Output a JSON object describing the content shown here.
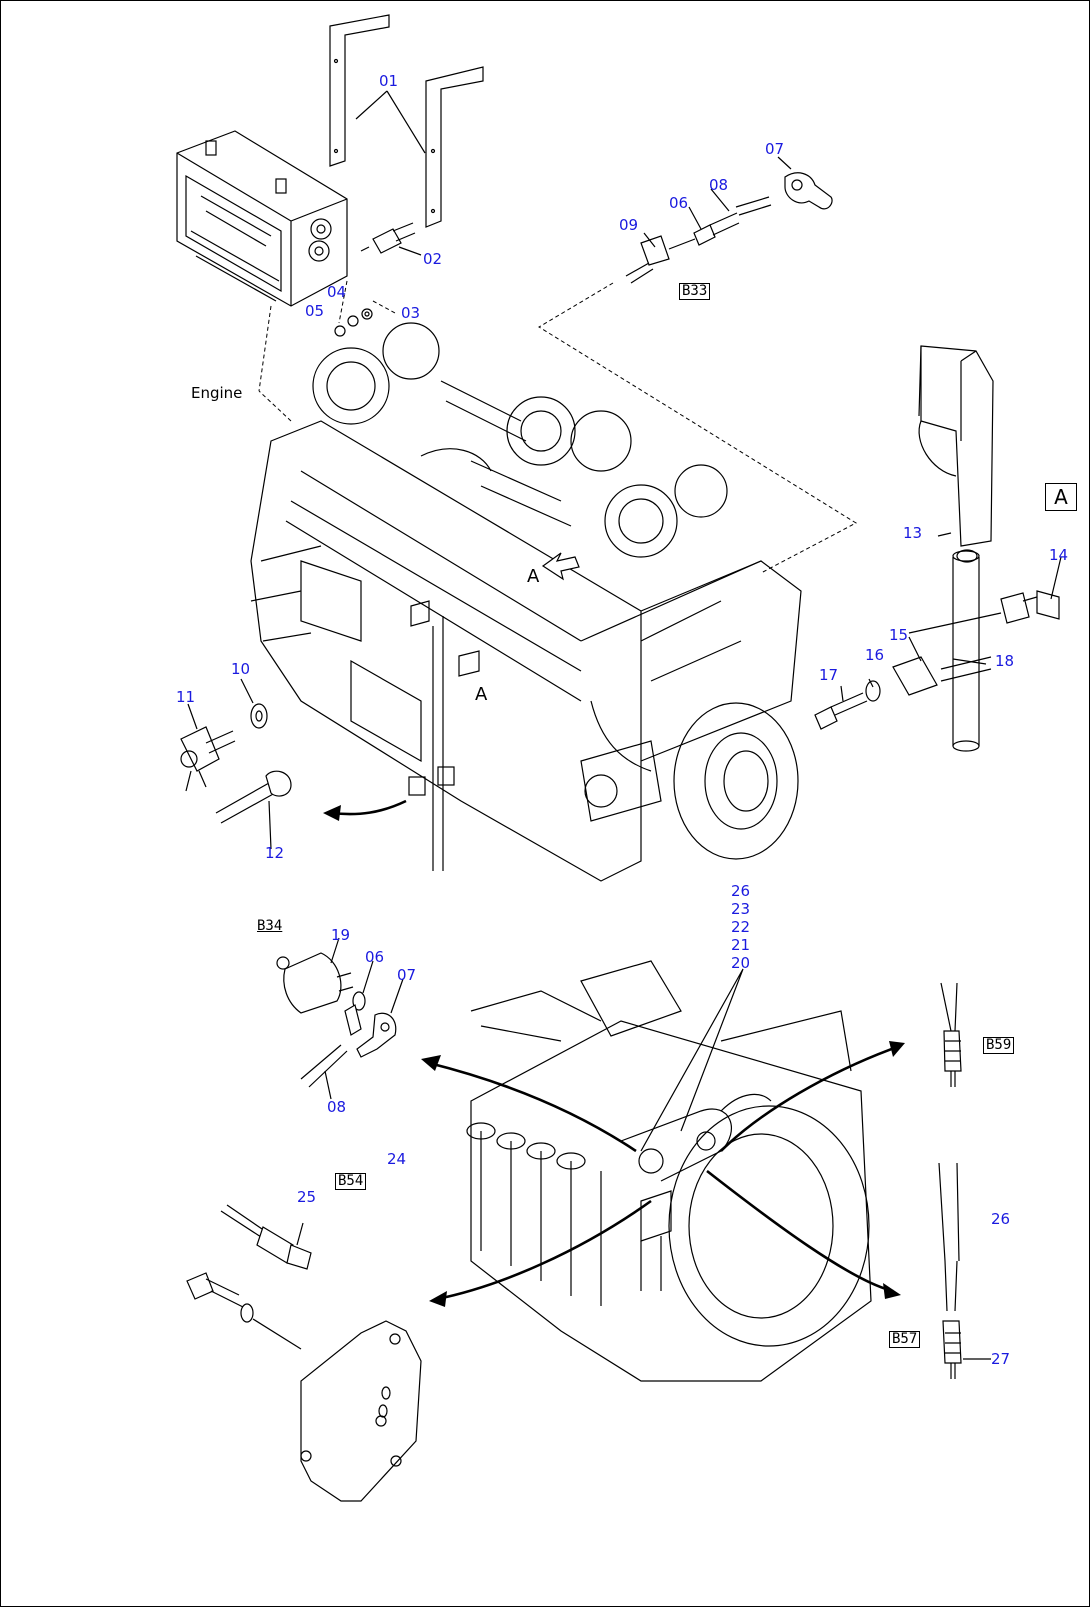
{
  "diagram": {
    "labels": {
      "p01": "01",
      "p02": "02",
      "p03": "03",
      "p04": "04",
      "p05": "05",
      "p06": "06",
      "p07": "07",
      "p08": "08",
      "p09": "09",
      "p10": "10",
      "p11": "11",
      "p12": "12",
      "p13": "13",
      "p14": "14",
      "p15": "15",
      "p16": "16",
      "p17": "17",
      "p18": "18",
      "p19": "19",
      "p06b": "06",
      "p07b": "07",
      "p08b": "08",
      "p20": "20",
      "p21": "21",
      "p22": "22",
      "p23": "23",
      "p24": "24",
      "p25": "25",
      "p26a": "26",
      "p26b": "26",
      "p27": "27"
    },
    "captions": {
      "engine": "Engine",
      "view_a_engine1": "A",
      "view_a_engine2": "A"
    },
    "references": {
      "b33": "B33",
      "b34": "B34",
      "b54": "B54",
      "b59": "B59",
      "b57": "B57"
    },
    "view_marker": "A",
    "colors": {
      "label": "#1a1adf",
      "line": "#000000",
      "background": "#ffffff"
    }
  }
}
